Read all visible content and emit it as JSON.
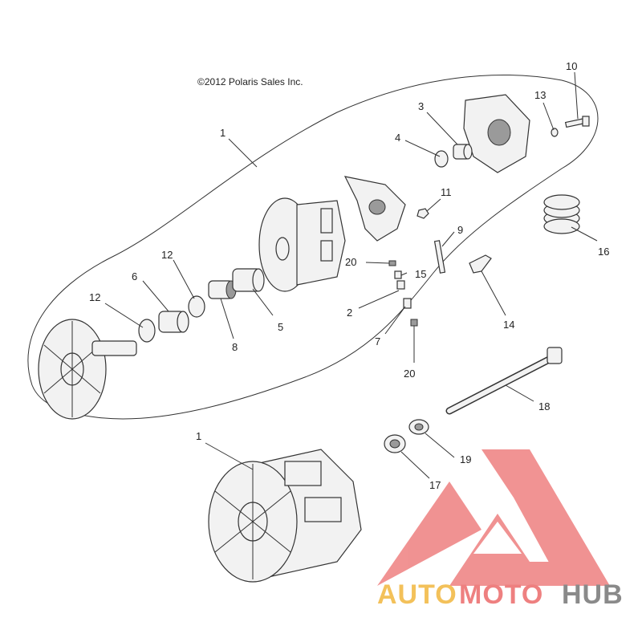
{
  "copyright": "©2012 Polaris Sales Inc.",
  "callouts": {
    "c1_top": "1",
    "c1_bottom": "1",
    "c2": "2",
    "c3": "3",
    "c4": "4",
    "c5": "5",
    "c6": "6",
    "c7": "7",
    "c8": "8",
    "c9": "9",
    "c10": "10",
    "c11": "11",
    "c12_left": "12",
    "c12_mid": "12",
    "c13": "13",
    "c14": "14",
    "c15": "15",
    "c16": "16",
    "c17": "17",
    "c18": "18",
    "c19": "19",
    "c20_upper": "20",
    "c20_lower": "20"
  },
  "watermark": {
    "auto": "AUTO",
    "moto": "MOTO",
    "hub": "HUB"
  },
  "colors": {
    "logo_red": "#ee8080",
    "auto": "#f3c15a",
    "moto": "#ee8080",
    "hub": "#8a8a8a"
  }
}
